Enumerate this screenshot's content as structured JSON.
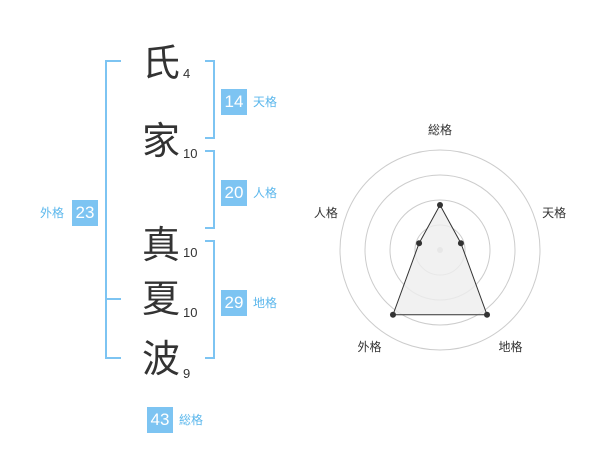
{
  "name": {
    "characters": [
      {
        "char": "氏",
        "strokes": "4"
      },
      {
        "char": "家",
        "strokes": "10"
      },
      {
        "char": "真",
        "strokes": "10"
      },
      {
        "char": "夏",
        "strokes": "10"
      },
      {
        "char": "波",
        "strokes": "9"
      }
    ]
  },
  "fortunes": {
    "tenkaku": {
      "value": "14",
      "label": "天格"
    },
    "jinkaku": {
      "value": "20",
      "label": "人格"
    },
    "chikaku": {
      "value": "29",
      "label": "地格"
    },
    "gaikaku": {
      "value": "23",
      "label": "外格"
    },
    "soukaku": {
      "value": "43",
      "label": "総格"
    }
  },
  "radar": {
    "axes": [
      "総格",
      "天格",
      "地格",
      "外格",
      "人格"
    ],
    "levels": 4,
    "values": [
      0.45,
      0.22,
      0.8,
      0.8,
      0.22
    ],
    "line_color": "#333333",
    "fill_color": "#eeeeee",
    "grid_color": "#cccccc"
  },
  "colors": {
    "accent": "#7dc4f2",
    "accent_text": "#5bb7ec"
  }
}
